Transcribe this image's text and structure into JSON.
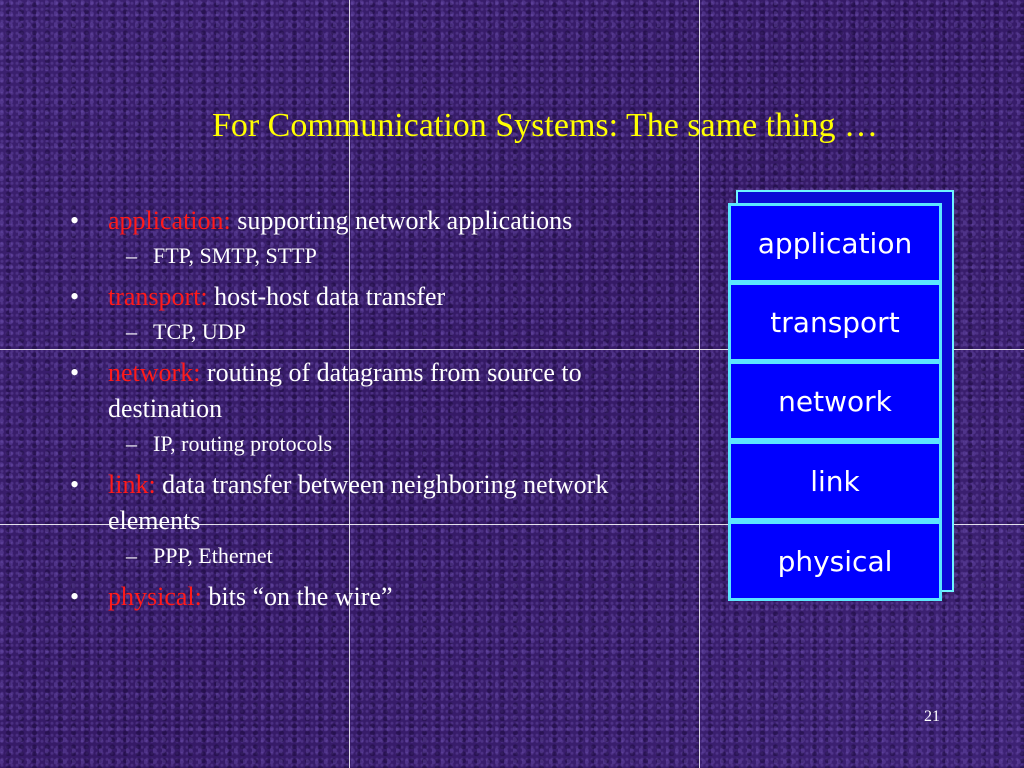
{
  "slide": {
    "title": "For Communication Systems: The same thing …",
    "page_number": "21"
  },
  "bullets": [
    {
      "term": "application:",
      "text": " supporting network applications",
      "sub": "FTP, SMTP, STTP"
    },
    {
      "term": "transport:",
      "text": " host-host data transfer",
      "sub": "TCP, UDP"
    },
    {
      "term": "network:",
      "text": " routing of datagrams from source to destination",
      "sub": "IP, routing protocols"
    },
    {
      "term": "link:",
      "text": " data transfer between neighboring network elements",
      "sub": "PPP, Ethernet"
    },
    {
      "term": "physical:",
      "text": " bits “on the wire”"
    }
  ],
  "stack": {
    "layers": [
      "application",
      "transport",
      "network",
      "link",
      "physical"
    ]
  },
  "colors": {
    "title": "#ffff00",
    "term": "#ff1a1a",
    "layer_fill": "#0000ff",
    "layer_border": "#5ce6ff",
    "background": "#3a1f6e"
  }
}
